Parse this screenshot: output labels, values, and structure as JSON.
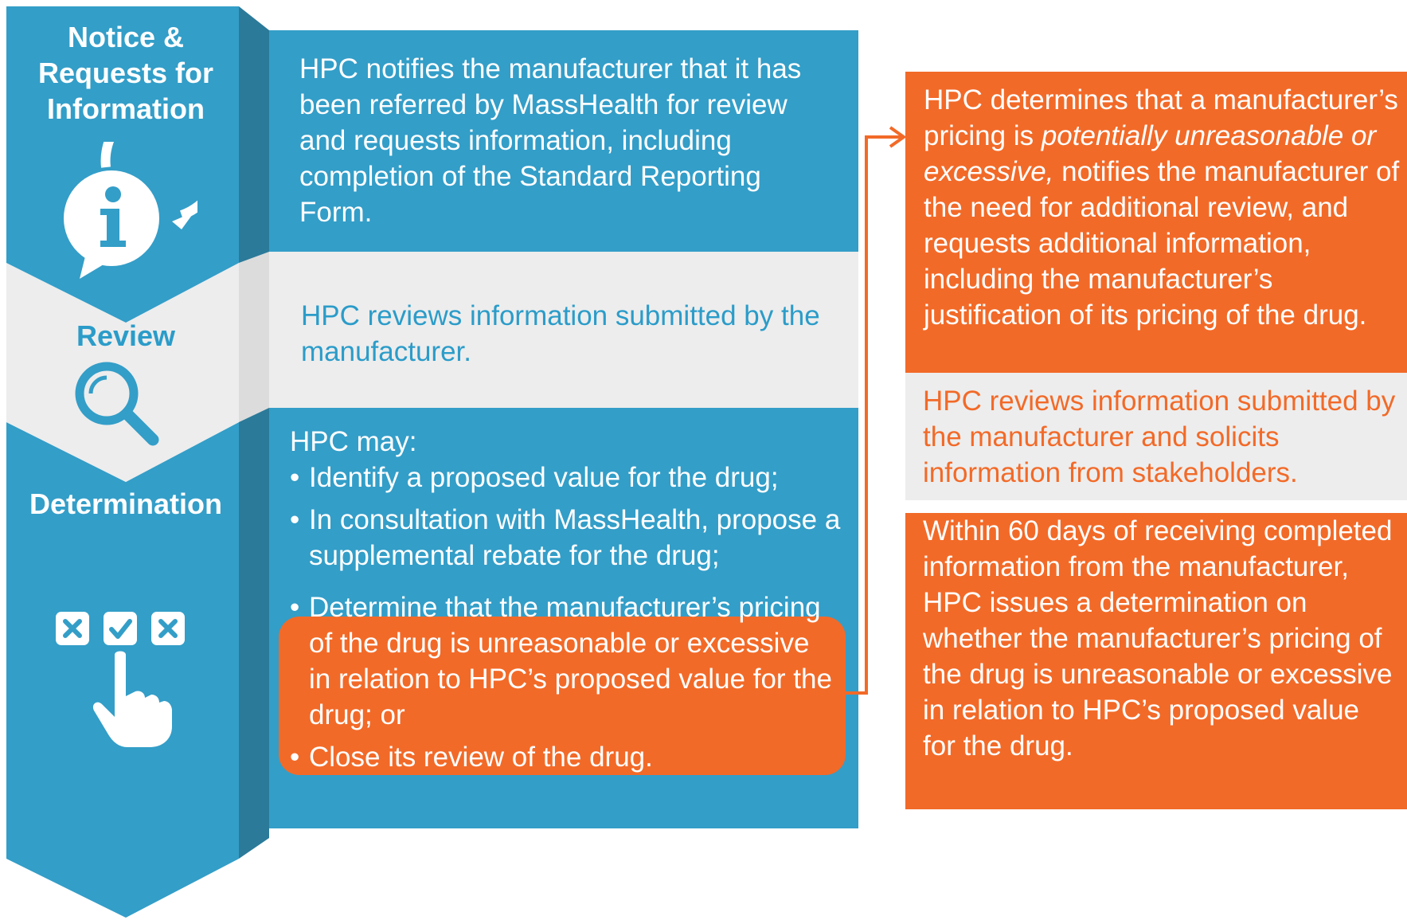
{
  "colors": {
    "blue": "#339ec8",
    "blue_dark": "#2b7a99",
    "gray_light": "#ededed",
    "gray_mid": "#dcdcdc",
    "orange": "#f26a28",
    "white": "#ffffff"
  },
  "stages": {
    "notice": {
      "label": "Notice & Requests for Information",
      "icon": "info-speech-bubble-icon"
    },
    "review": {
      "label": "Review",
      "icon": "magnifier-icon"
    },
    "determination": {
      "label": "Determination",
      "icon": "checkbox-hand-icon"
    }
  },
  "panels": {
    "notice_text": "HPC notifies the manufacturer that it has been referred by MassHealth for review and requests information, including completion of the Standard Reporting Form.",
    "review_text": "HPC reviews information submitted by the manufacturer.",
    "determination": {
      "intro": "HPC may:",
      "options": [
        "Identify a proposed value for the drug;",
        "In consultation with MassHealth, propose a supplemental rebate for the drug;",
        "Determine that the manufacturer’s pricing of the drug is unreasonable or excessive in relation to HPC’s proposed value for the drug; or",
        "Close its review of the drug."
      ]
    }
  },
  "escalation": {
    "notice": {
      "before": "HPC determines that a manufacturer’s pricing is ",
      "emphasis": "potentially unreasonable or excessive,",
      "after": " notifies the manufacturer of the need for additional review, and requests additional information, including the manufacturer’s justification of its pricing of the drug."
    },
    "review_text": "HPC reviews information submitted by the manufacturer and solicits information from stakeholders.",
    "determination_text": "Within 60 days of receiving completed information from the manufacturer, HPC issues a determination on whether the manufacturer’s pricing of the drug is unreasonable or excessive in relation to HPC’s proposed value for the drug."
  }
}
